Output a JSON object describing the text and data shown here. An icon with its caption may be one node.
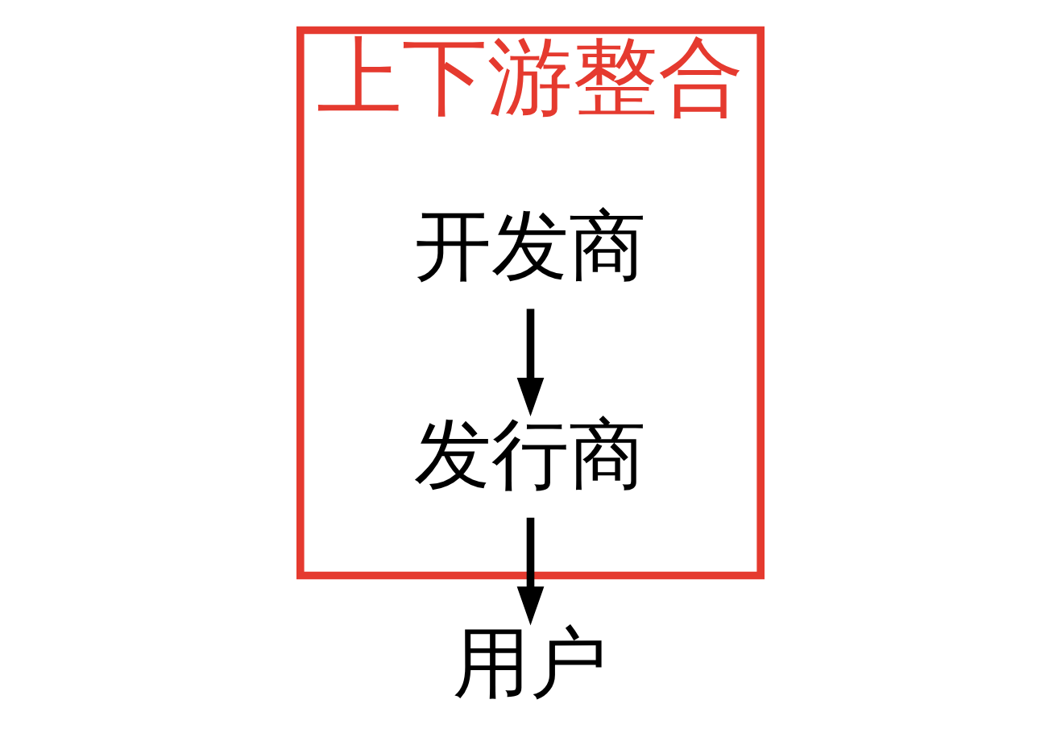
{
  "diagram": {
    "nodes": [
      {
        "text": [
          "上下游整合"
        ]
      },
      {
        "text": [
          "开发商"
        ],
        "in": 0
      },
      {
        "text": [
          "发行商"
        ],
        "in": 0
      },
      {
        "text": [
          "用户"
        ]
      }
    ],
    "edges": [
      {
        "from": 1,
        "to": 2,
        "arrow": "to"
      },
      {
        "from": 2,
        "to": 3,
        "arrow": "to"
      }
    ]
  }
}
